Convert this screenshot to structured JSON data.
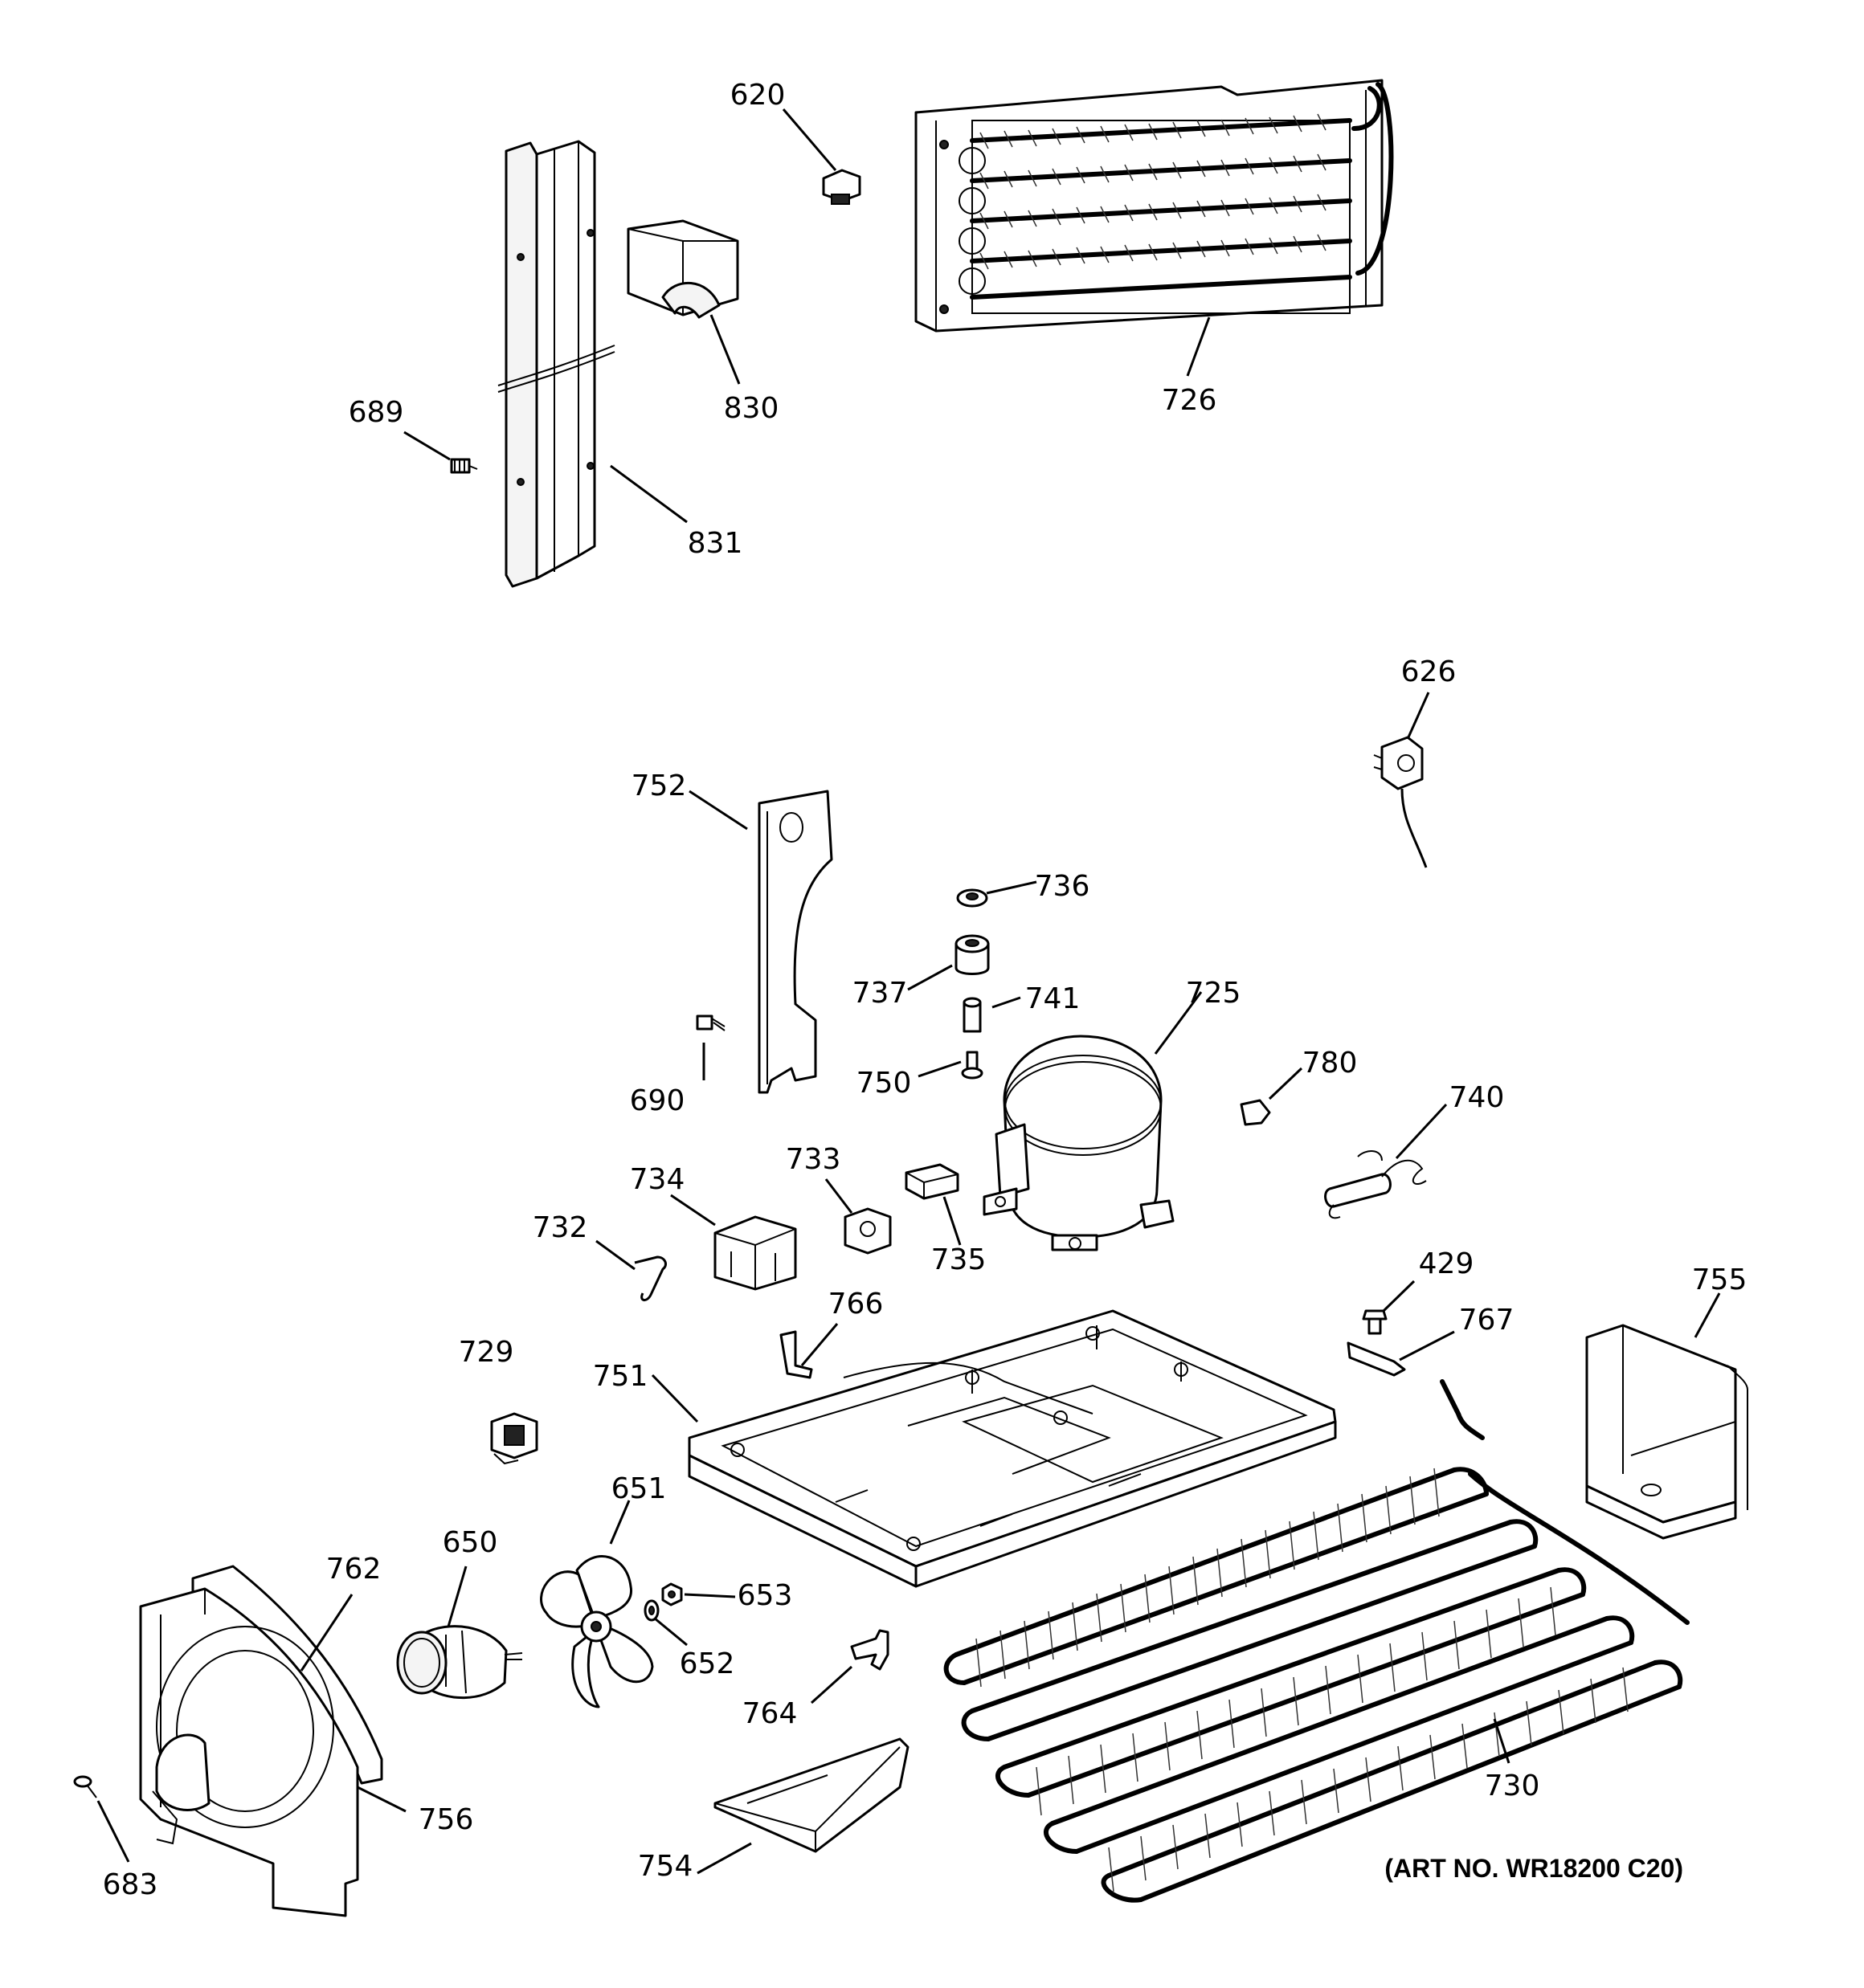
{
  "diagram": {
    "art_no": "(ART NO. WR18200 C20)",
    "callouts": [
      {
        "id": "620",
        "label": "620"
      },
      {
        "id": "726",
        "label": "726"
      },
      {
        "id": "689",
        "label": "689"
      },
      {
        "id": "830",
        "label": "830"
      },
      {
        "id": "831",
        "label": "831"
      },
      {
        "id": "626",
        "label": "626"
      },
      {
        "id": "752",
        "label": "752"
      },
      {
        "id": "736",
        "label": "736"
      },
      {
        "id": "737",
        "label": "737"
      },
      {
        "id": "741",
        "label": "741"
      },
      {
        "id": "725",
        "label": "725"
      },
      {
        "id": "690",
        "label": "690"
      },
      {
        "id": "750",
        "label": "750"
      },
      {
        "id": "780",
        "label": "780"
      },
      {
        "id": "740",
        "label": "740"
      },
      {
        "id": "733",
        "label": "733"
      },
      {
        "id": "734",
        "label": "734"
      },
      {
        "id": "735",
        "label": "735"
      },
      {
        "id": "732",
        "label": "732"
      },
      {
        "id": "429",
        "label": "429"
      },
      {
        "id": "766",
        "label": "766"
      },
      {
        "id": "755",
        "label": "755"
      },
      {
        "id": "767",
        "label": "767"
      },
      {
        "id": "729",
        "label": "729"
      },
      {
        "id": "751",
        "label": "751"
      },
      {
        "id": "651",
        "label": "651"
      },
      {
        "id": "650",
        "label": "650"
      },
      {
        "id": "653",
        "label": "653"
      },
      {
        "id": "762",
        "label": "762"
      },
      {
        "id": "652",
        "label": "652"
      },
      {
        "id": "764",
        "label": "764"
      },
      {
        "id": "730",
        "label": "730"
      },
      {
        "id": "756",
        "label": "756"
      },
      {
        "id": "754",
        "label": "754"
      },
      {
        "id": "683",
        "label": "683"
      }
    ]
  }
}
